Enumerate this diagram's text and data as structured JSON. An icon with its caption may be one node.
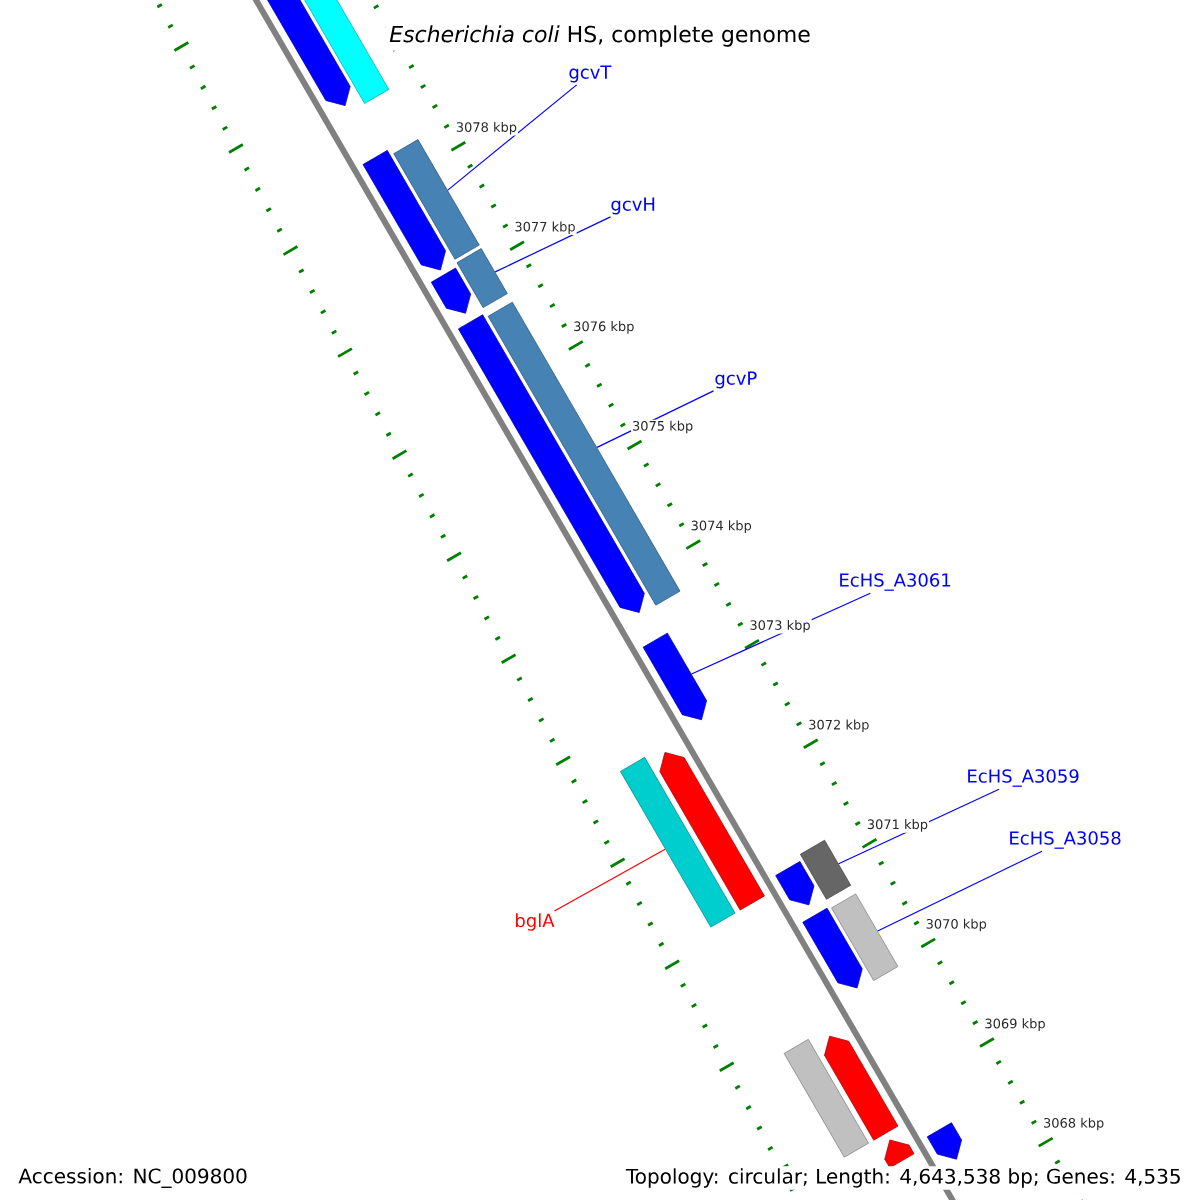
{
  "diagram": {
    "title": "*Escherichia coli* HS, complete genome",
    "nodes": [
      {
        "text": [
          "gcvT"
        ]
      },
      {
        "text": [
          "gcvH"
        ]
      },
      {
        "text": [
          "gcvP"
        ]
      },
      {
        "text": [
          "EcHS_A3061"
        ]
      },
      {
        "text": [
          "EcHS_A3059"
        ]
      },
      {
        "text": [
          "EcHS_A3058"
        ]
      },
      {
        "text": [
          "bglA"
        ]
      },
      {
        "text": [],
        "shape": "bar"
      },
      {
        "text": [],
        "shape": "bar"
      },
      {
        "text": [],
        "shape": "bar"
      },
      {
        "text": [],
        "shape": "bar"
      },
      {
        "text": [],
        "shape": "bar"
      },
      {
        "text": [],
        "shape": "bar"
      },
      {
        "text": [],
        "shape": "bar"
      },
      {
        "text": [],
        "shape": "bar"
      },
      {
        "text": [],
        "shape": "bar"
      },
      {
        "text": [],
        "shape": "bar"
      },
      {
        "text": [],
        "shape": "bar"
      },
      {
        "text": [],
        "shape": "bar"
      },
      {
        "text": [],
        "shape": "bar"
      },
      {
        "text": [],
        "shape": "bar"
      },
      {
        "text": [],
        "shape": "bar"
      },
      {
        "text": [],
        "shape": "bar"
      },
      {
        "text": [],
        "shape": "bar"
      },
      {
        "text": [],
        "shape": "bar"
      },
      {
        "text": [],
        "shape": "bar"
      }
    ],
    "edges": [
      {
        "from": 0,
        "to": 10,
        "arrow": "none"
      },
      {
        "from": 1,
        "to": 11,
        "arrow": "none"
      },
      {
        "from": 2,
        "to": 14,
        "arrow": "none"
      },
      {
        "from": 3,
        "to": 15,
        "arrow": "none"
      },
      {
        "from": 4,
        "to": 18,
        "arrow": "none"
      },
      {
        "from": 5,
        "to": 21,
        "arrow": "none"
      },
      {
        "from": 6,
        "to": 16,
        "arrow": "none",
        "color": "#ff0000"
      }
    ],
    "labels": [
      "3078 kbp",
      "3077 kbp",
      "3076 kbp",
      "3075 kbp",
      "3074 kbp",
      "3073 kbp",
      "3072 kbp",
      "3071 kbp",
      "3070 kbp",
      "3069 kbp",
      "3068 kbp",
      "Accession: NC_009800",
      "Topology: circular; Length: 4,643,538 bp; Genes: 4,535"
    ]
  }
}
